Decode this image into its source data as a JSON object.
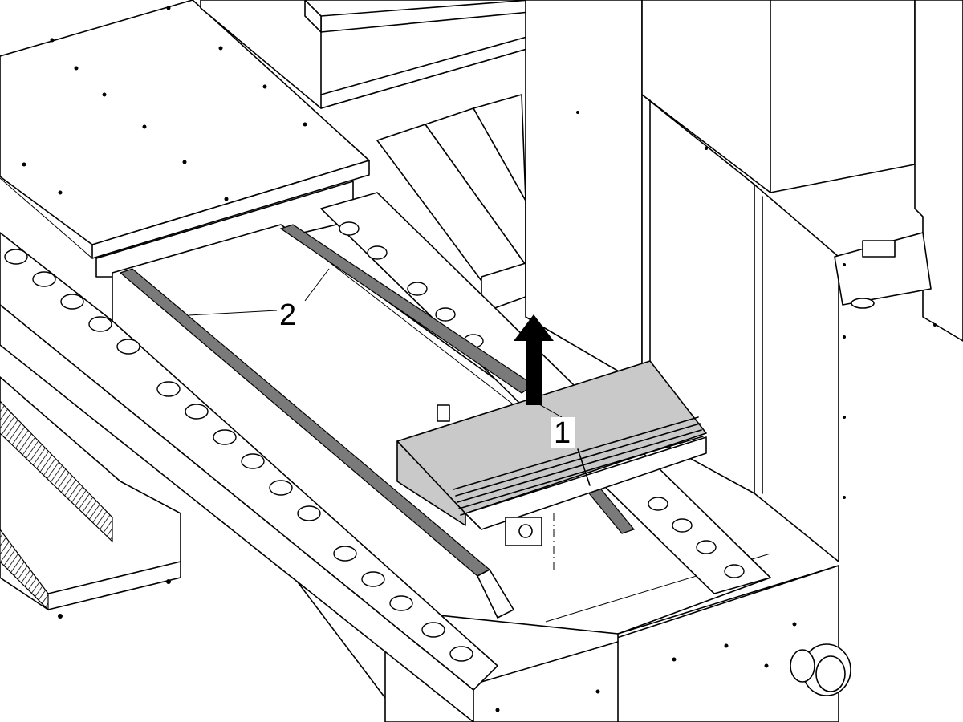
{
  "callouts": [
    {
      "id": "1",
      "label": "1"
    },
    {
      "id": "2",
      "label": "2"
    }
  ],
  "colors": {
    "line": "#000000",
    "cover_fill": "#c9c9c9",
    "rail_fill": "#7a7a7a",
    "arrow": "#000000",
    "background": "#ffffff"
  },
  "icons": {
    "lift_arrow": "lift-up-arrow-icon"
  }
}
